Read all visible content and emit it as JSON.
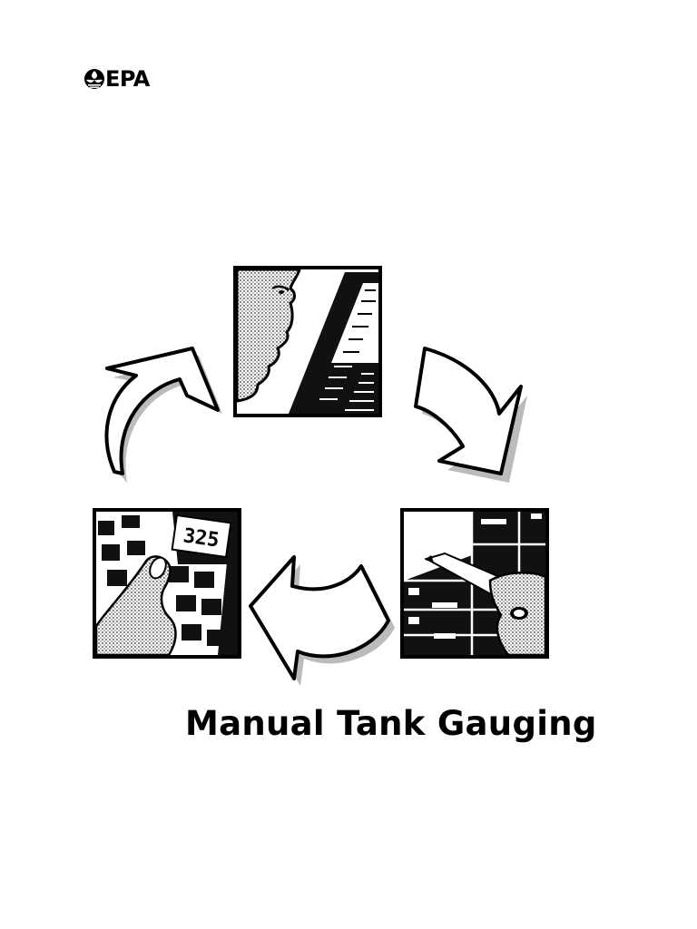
{
  "header": {
    "logo_text": "EPA",
    "logo_icon": "epa-flower-icon"
  },
  "illustration": {
    "panel_top_icon": "person-reading-gauge-stick-icon",
    "panel_right_icon": "hand-writing-log-icon",
    "panel_left_icon": "finger-on-calculator-icon",
    "calculator_display": "325",
    "arrow_icon": "cycle-arrow-icon"
  },
  "document": {
    "title": "Manual Tank Gauging"
  }
}
